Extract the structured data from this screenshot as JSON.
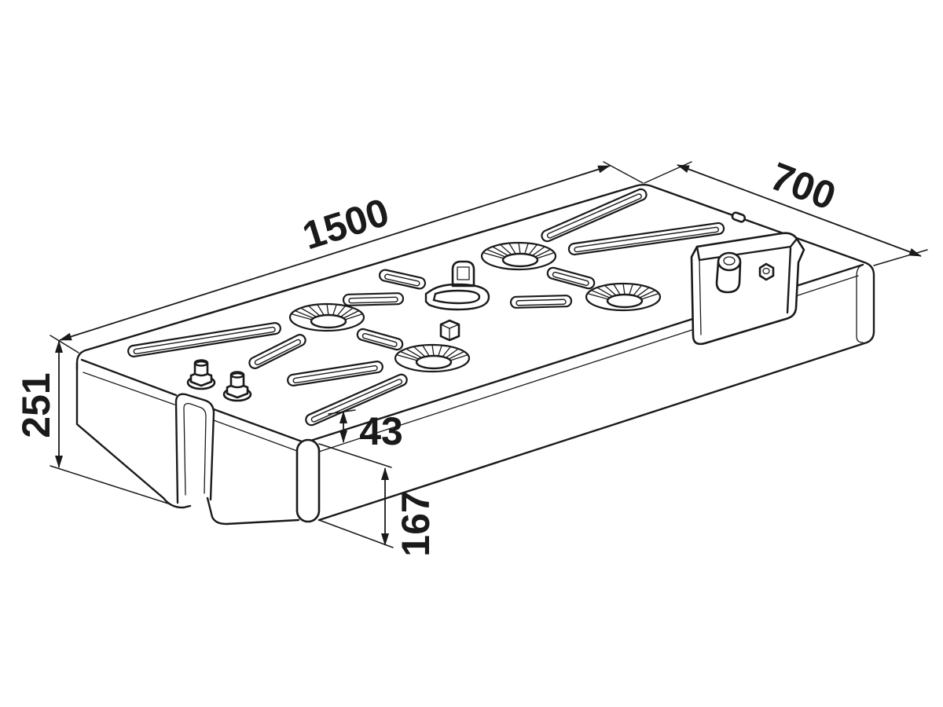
{
  "dimensions": {
    "length": "1500",
    "width": "700",
    "overall_height": "251",
    "top_height": "43",
    "body_height": "167"
  },
  "colors": {
    "ink": "#1a1a1a",
    "background": "#ffffff"
  }
}
